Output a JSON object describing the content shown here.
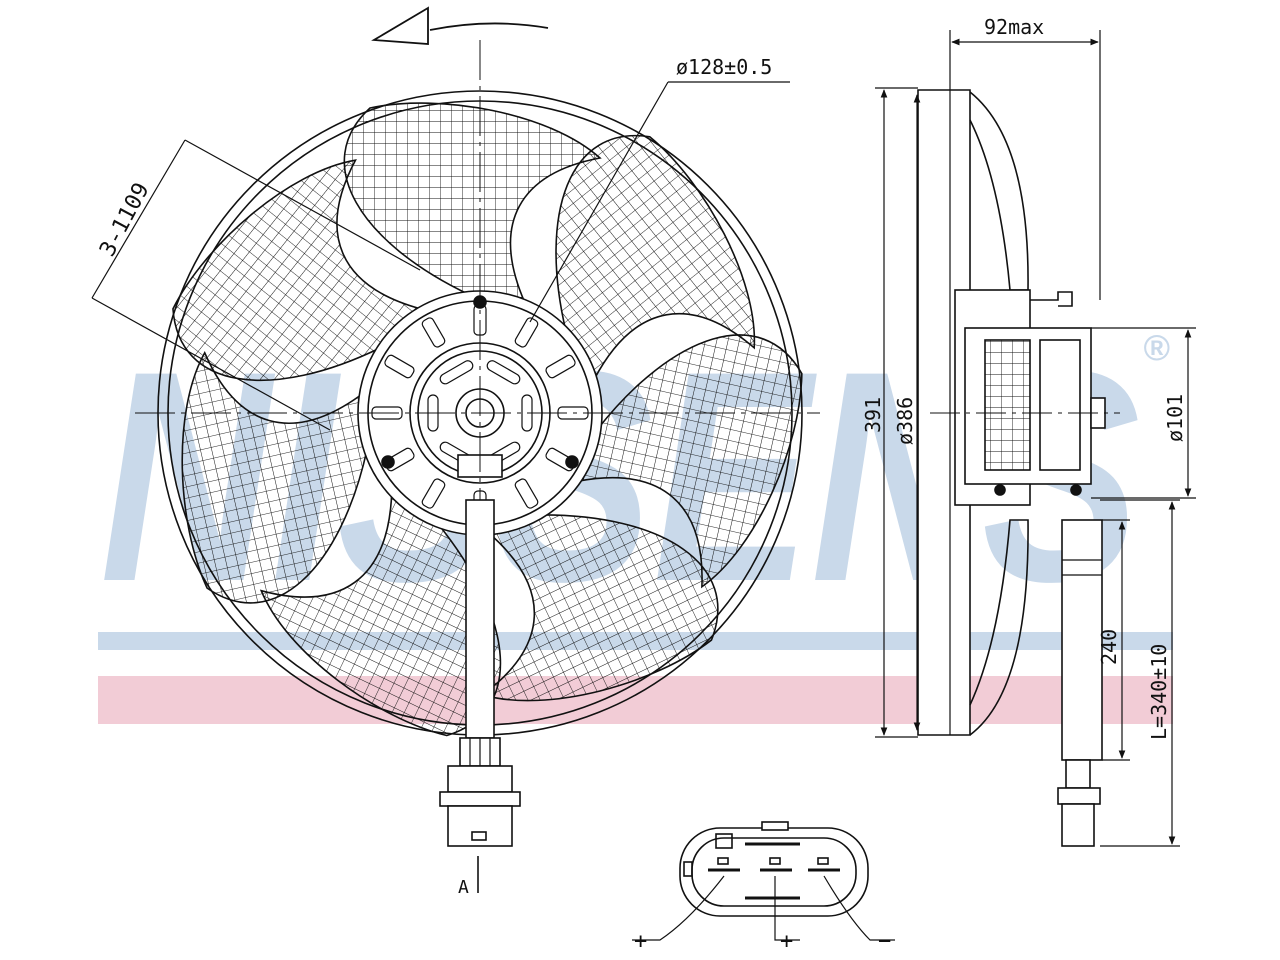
{
  "drawing": {
    "colors": {
      "line": "#111111",
      "watermark_blue": "#c9d9ea",
      "watermark_red": "#f2ccd6",
      "background": "#ffffff"
    },
    "watermark": {
      "text": "NISSENS",
      "registered_mark": "®"
    },
    "front_view": {
      "diameter_label": "ø128±0.5",
      "blade_label": "3-1109",
      "section_label": "A"
    },
    "side_view": {
      "depth_label": "92max",
      "overall_label": "391",
      "shroud_label": "ø386",
      "motor_label": "ø101",
      "cable_label": "240",
      "length_label": "L=340±10"
    },
    "connector": {
      "pin_labels": [
        "+",
        "+",
        "−"
      ]
    }
  }
}
